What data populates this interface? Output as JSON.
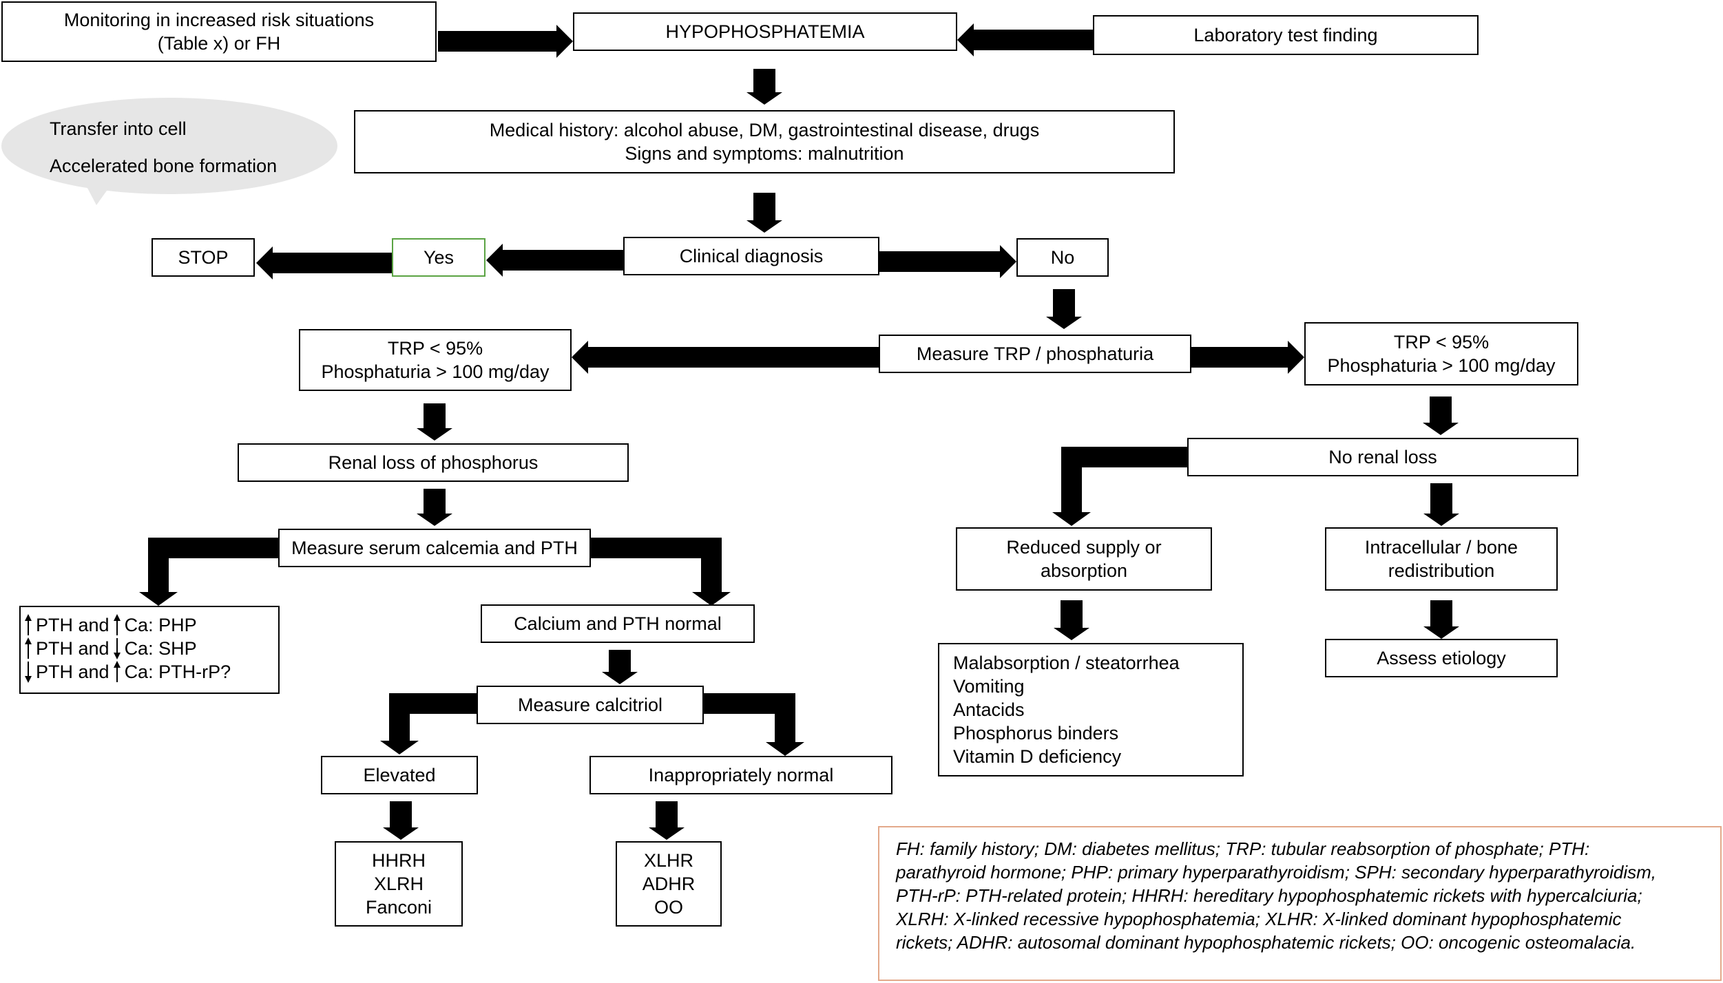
{
  "nodes": {
    "monitoring": [
      "Monitoring in increased risk situations",
      "(Table x) or FH"
    ],
    "hypophosphatemia": [
      "HYPOPHOSPHATEMIA"
    ],
    "lab_test": [
      "Laboratory test finding"
    ],
    "medical_history": [
      "Medical history: alcohol abuse, DM, gastrointestinal disease, drugs",
      "Signs and symptoms: malnutrition"
    ],
    "clinical_diagnosis": [
      "Clinical diagnosis"
    ],
    "yes": [
      "Yes"
    ],
    "stop": [
      "STOP"
    ],
    "no": [
      "No"
    ],
    "measure_trp": [
      "Measure TRP / phosphaturia"
    ],
    "trp_left": [
      "TRP < 95%",
      "Phosphaturia > 100 mg/day"
    ],
    "trp_right": [
      "TRP < 95%",
      "Phosphaturia > 100 mg/day"
    ],
    "renal_loss": [
      "Renal loss of phosphorus"
    ],
    "no_renal_loss": [
      "No renal loss"
    ],
    "measure_serum": [
      "Measure serum calcemia and PTH"
    ],
    "calcium_normal": [
      "Calcium and PTH normal"
    ],
    "measure_calcitriol": [
      "Measure calcitriol"
    ],
    "elevated": [
      "Elevated"
    ],
    "inappropriately_normal": [
      "Inappropriately normal"
    ],
    "hhrh": [
      "HHRH",
      "XLRH",
      "Fanconi"
    ],
    "xlhr": [
      "XLHR",
      "ADHR",
      "OO"
    ],
    "reduced_supply": [
      "Reduced supply or",
      "absorption"
    ],
    "intracellular": [
      "Intracellular / bone",
      "redistribution"
    ],
    "malabsorption": [
      "Malabsorption / steatorrhea",
      "Vomiting",
      "Antacids",
      "Phosphorus binders",
      "Vitamin D deficiency"
    ],
    "assess_etiology": [
      "Assess etiology"
    ]
  },
  "bubble": {
    "line1": "Transfer into cell",
    "line2": "Accelerated bone formation"
  },
  "pth_box": {
    "row1": {
      "a": "PTH and",
      "b": "Ca: PHP",
      "dir1": "up",
      "dir2": "up"
    },
    "row2": {
      "a": "PTH and",
      "b": "Ca: SHP",
      "dir1": "up",
      "dir2": "down"
    },
    "row3": {
      "a": "PTH and",
      "b": "Ca: PTH-rP?",
      "dir1": "down",
      "dir2": "up"
    }
  },
  "legend": [
    "FH: family history; DM: diabetes mellitus; TRP: tubular reabsorption of phosphate; PTH:",
    "parathyroid hormone; PHP: primary hyperparathyroidism; SPH: secondary hyperparathyroidism,",
    " PTH-rP: PTH-related protein; HHRH: hereditary hypophosphatemic rickets with hypercalciuria;",
    "XLRH: X-linked recessive hypophosphatemia; XLHR: X-linked dominant hypophosphatemic",
    "rickets; ADHR: autosomal dominant hypophosphatemic rickets; OO: oncogenic osteomalacia."
  ],
  "colors": {
    "arrow": "#000000",
    "yes_border": "#5aa343",
    "legend_border": "#e3a98a",
    "bubble_fill": "#e6e6e6"
  }
}
